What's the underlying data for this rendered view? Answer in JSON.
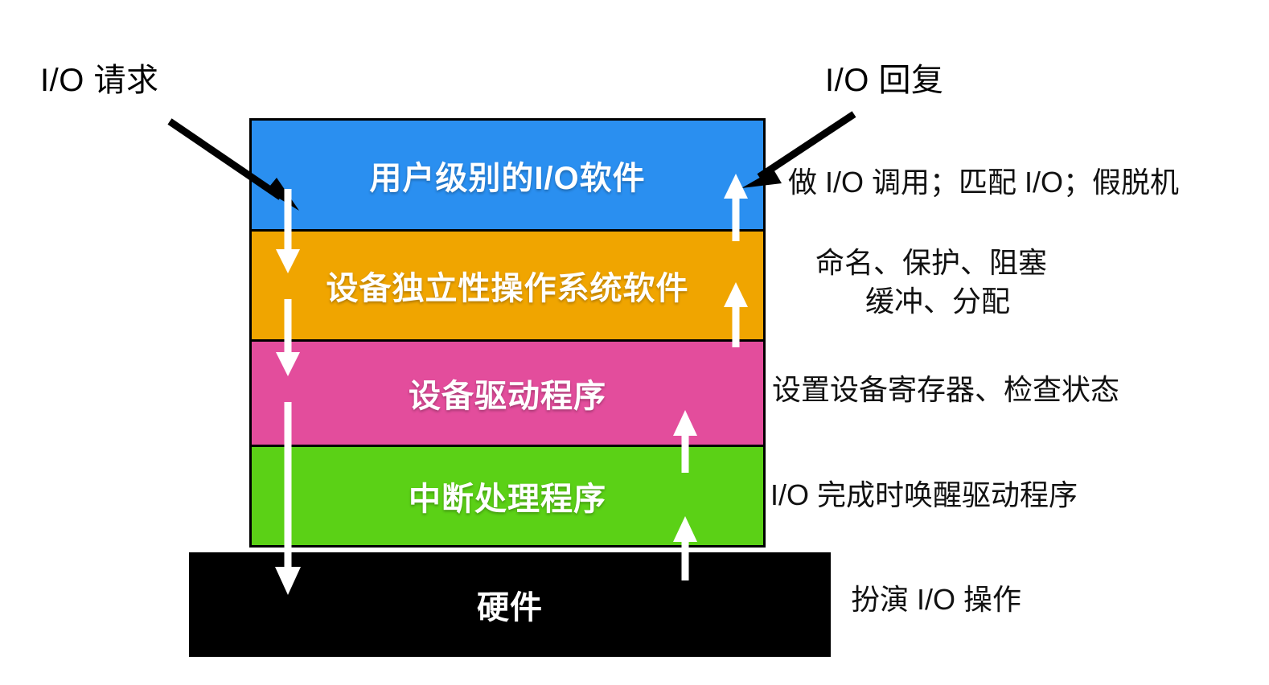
{
  "diagram": {
    "title_labels": {
      "io_request": "I/O 请求",
      "io_reply": "I/O 回复"
    },
    "layers": [
      {
        "id": "user",
        "label": "用户级别的I/O软件",
        "color": "#2a8ff0"
      },
      {
        "id": "os",
        "label": "设备独立性操作系统软件",
        "color": "#f0a500"
      },
      {
        "id": "driver",
        "label": "设备驱动程序",
        "color": "#e34d9c"
      },
      {
        "id": "interrupt",
        "label": "中断处理程序",
        "color": "#5bd116"
      },
      {
        "id": "hardware",
        "label": "硬件",
        "color": "#000000"
      }
    ],
    "annotations": {
      "user": "做 I/O 调用；匹配 I/O；假脱机",
      "os_line1": "命名、保护、阻塞",
      "os_line2": "缓冲、分配",
      "driver": "设置设备寄存器、检查状态",
      "interrupt": "I/O 完成时唤醒驱动程序",
      "hardware": "扮演 I/O 操作"
    },
    "colors": {
      "layer_user": "#2a8ff0",
      "layer_os": "#f0a500",
      "layer_driver": "#e34d9c",
      "layer_interrupt": "#5bd116",
      "layer_hardware": "#000000",
      "arrow_black": "#000000",
      "arrow_white": "#ffffff",
      "text_light": "#ffffff",
      "text_dark": "#111111",
      "background": "#ffffff"
    }
  }
}
